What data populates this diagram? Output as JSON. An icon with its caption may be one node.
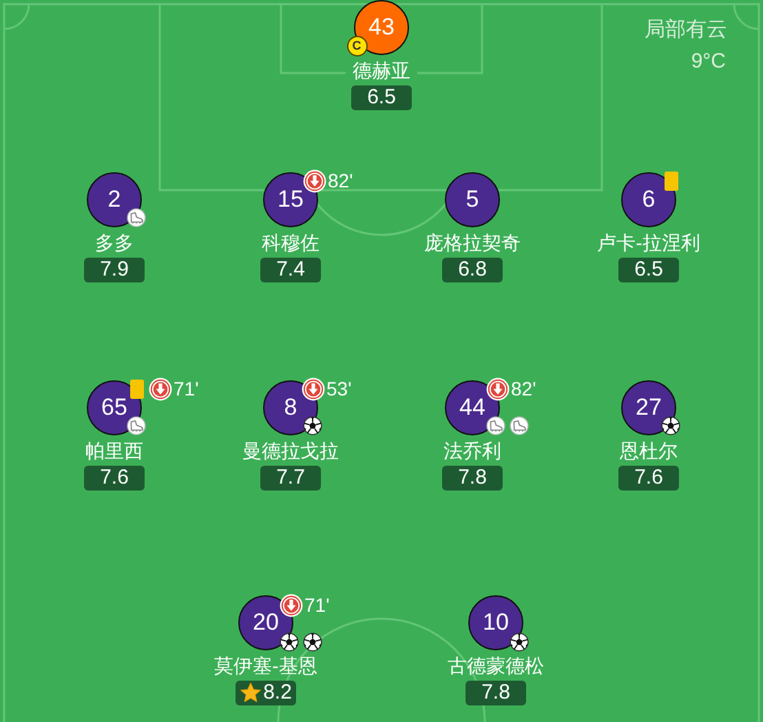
{
  "diagram": {
    "nodes": [
      {
        "text": [
          "43"
        ],
        "beside": [
          "德赫亚",
          "6.5"
        ]
      },
      {
        "text": [
          "2"
        ],
        "beside": [
          "多多",
          "7.9"
        ]
      },
      {
        "text": [
          "15"
        ],
        "beside": [
          "82'",
          "科穆佐",
          "7.4"
        ]
      },
      {
        "text": [
          "5"
        ],
        "beside": [
          "庞格拉契奇",
          "6.8"
        ]
      },
      {
        "text": [
          "6"
        ],
        "beside": [
          "卢卡-拉涅利",
          "6.5"
        ]
      },
      {
        "text": [
          "65"
        ],
        "beside": [
          "71'",
          "帕里西",
          "7.6"
        ]
      },
      {
        "text": [
          "8"
        ],
        "beside": [
          "53'",
          "曼德拉戈拉",
          "7.7"
        ]
      },
      {
        "text": [
          "44"
        ],
        "beside": [
          "82'",
          "法乔利",
          "7.8"
        ]
      },
      {
        "text": [
          "27"
        ],
        "beside": [
          "恩杜尔",
          "7.6"
        ]
      },
      {
        "text": [
          "20"
        ],
        "beside": [
          "71'",
          "莫伊塞-基恩",
          "8.2"
        ]
      },
      {
        "text": [
          "10"
        ],
        "beside": [
          "古德蒙德松",
          "7.8"
        ]
      }
    ],
    "labels": [
      "C",
      "局部有云",
      "9°C"
    ]
  }
}
